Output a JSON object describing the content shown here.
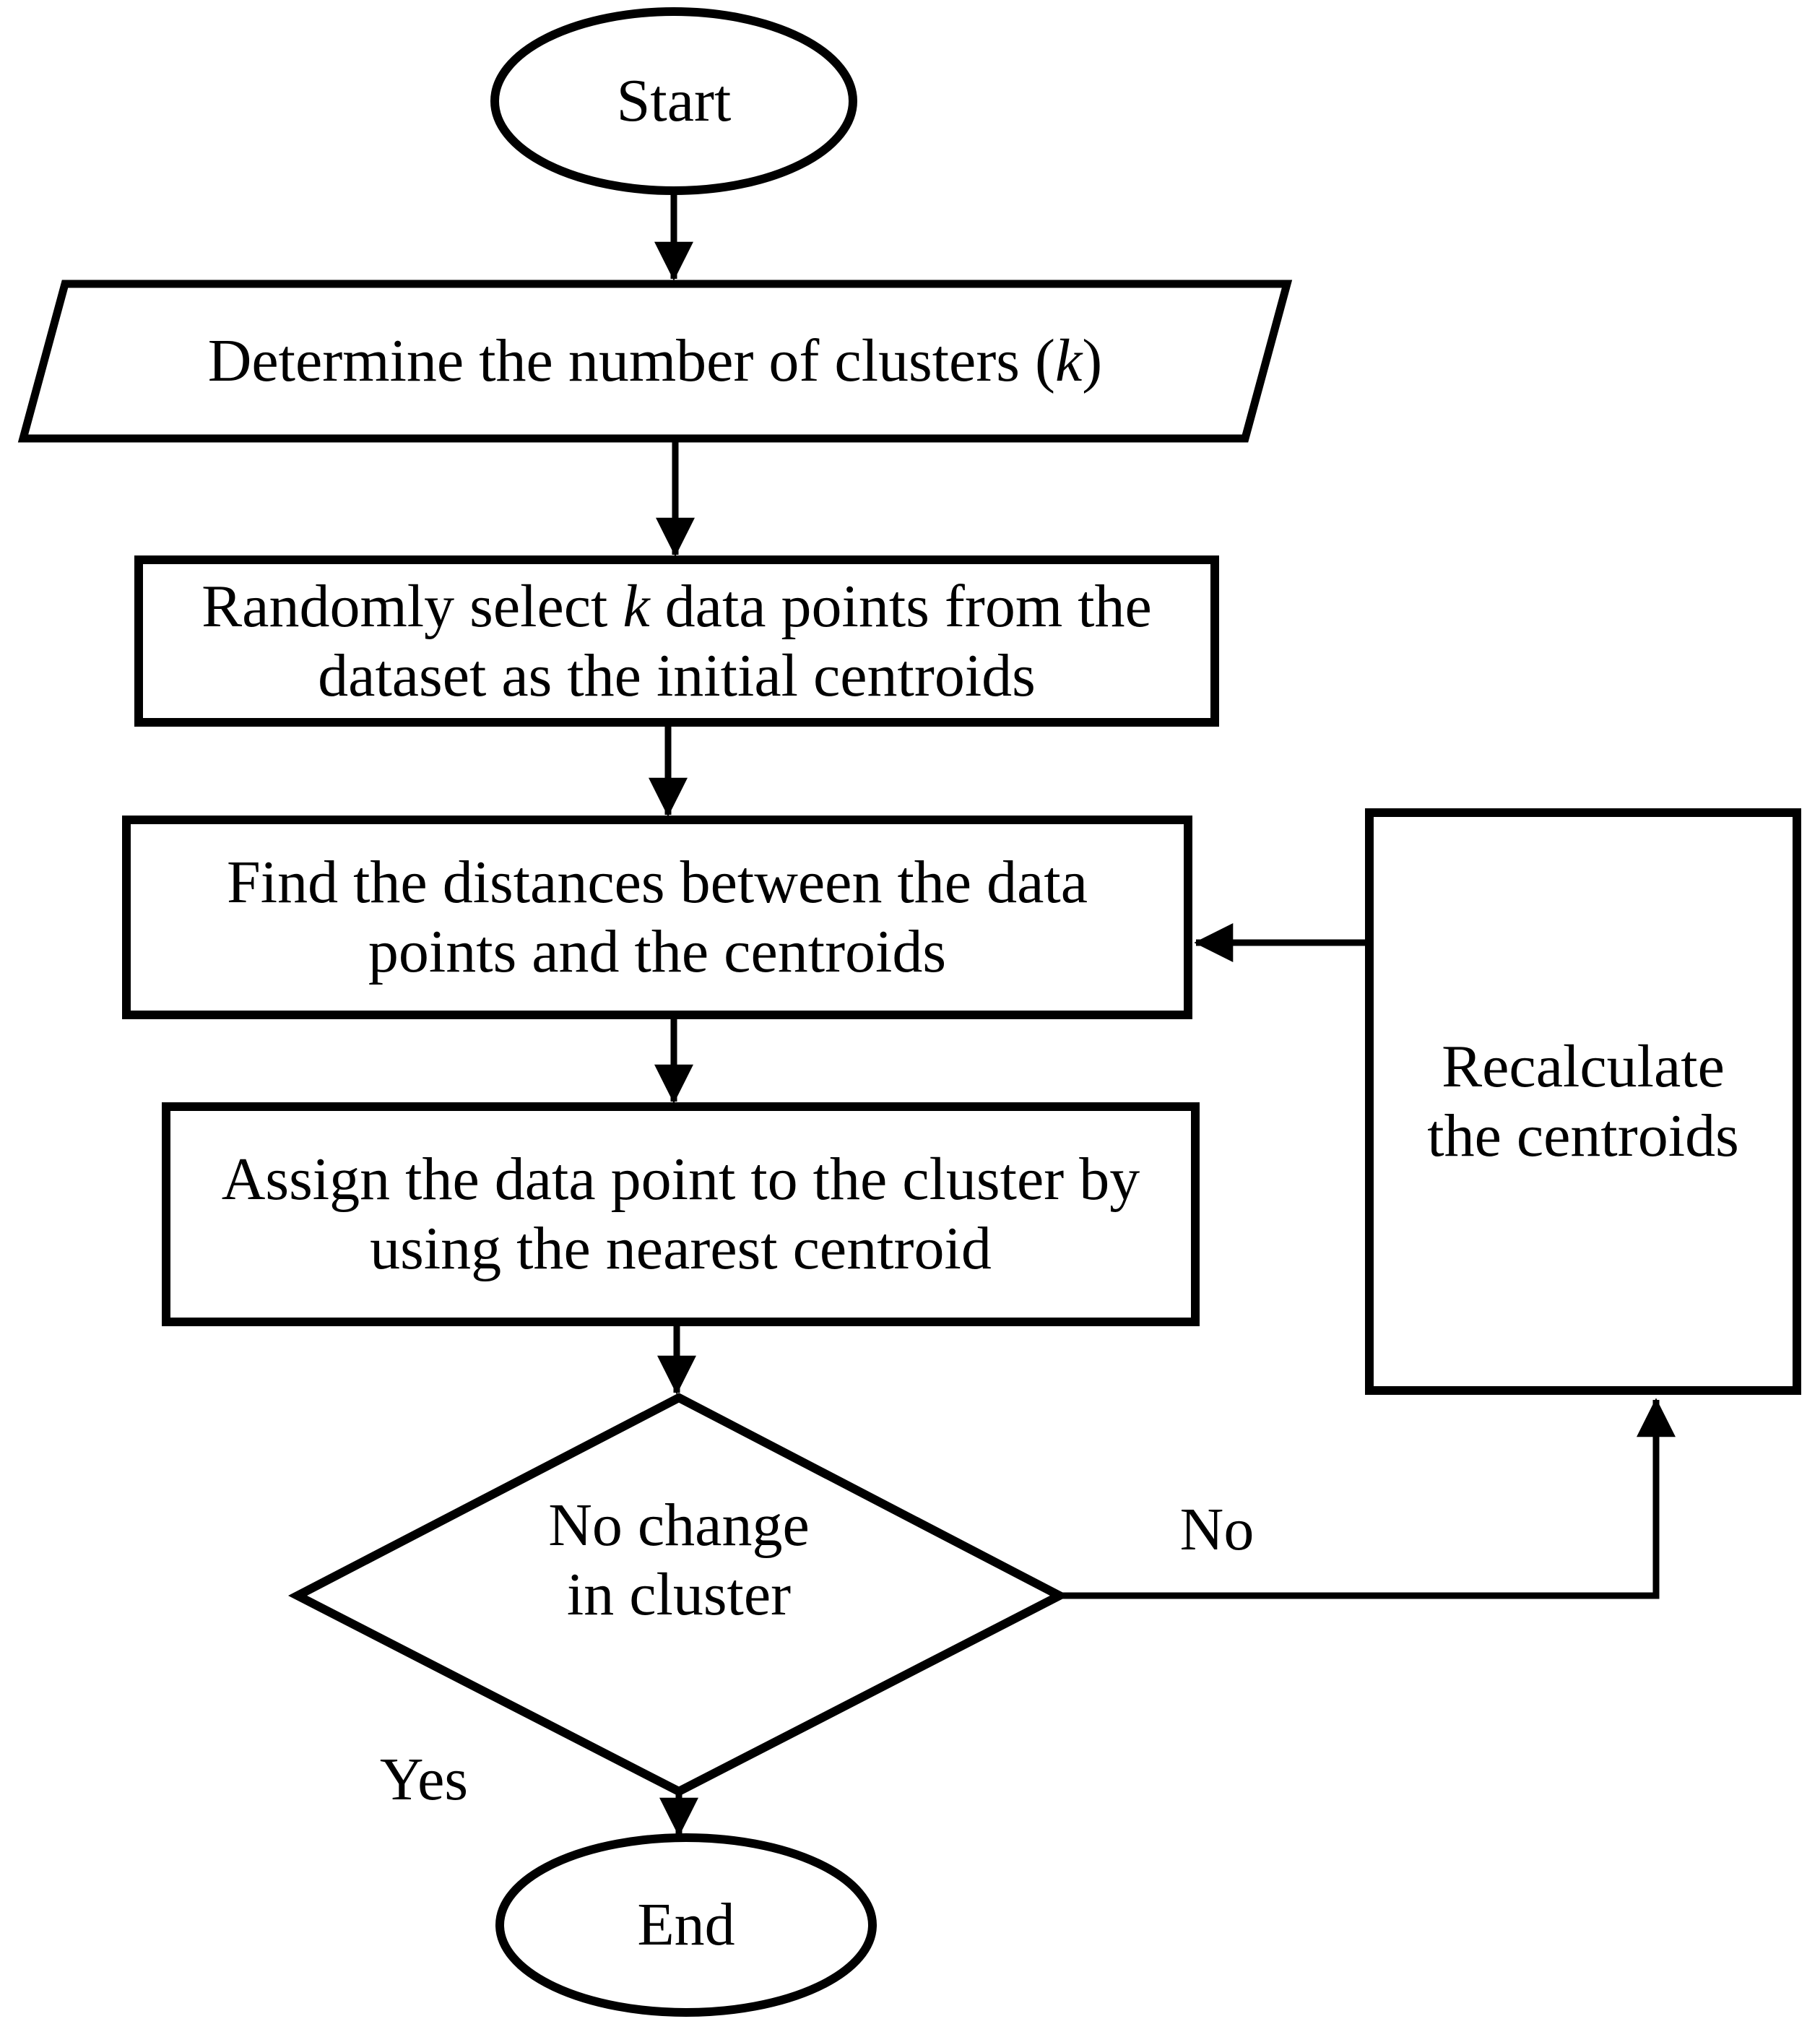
{
  "diagram": {
    "type": "flowchart",
    "colors": {
      "background": "#ffffff",
      "stroke": "#000000",
      "text": "#000000"
    },
    "nodes": {
      "start": {
        "shape": "ellipse",
        "label": "Start"
      },
      "determine_clusters": {
        "shape": "parallelogram",
        "text_pre": "Determine the number of clusters (",
        "text_italic": "k",
        "text_post": ")"
      },
      "select_centroids": {
        "shape": "process",
        "line1_pre": "Randomly select ",
        "line1_italic": "k",
        "line1_post": " data points from the",
        "line2": "dataset as the initial centroids"
      },
      "find_distances": {
        "shape": "process",
        "line1": "Find the distances between the data",
        "line2": "points and the centroids"
      },
      "assign_points": {
        "shape": "process",
        "line1": "Assign the data point to the cluster by",
        "line2": "using the nearest centroid"
      },
      "recalculate_centroids": {
        "shape": "process",
        "line1": "Recalculate",
        "line2": "the centroids"
      },
      "no_change_decision": {
        "shape": "decision",
        "line1": "No change",
        "line2": "in cluster"
      },
      "end": {
        "shape": "ellipse",
        "label": "End"
      }
    },
    "edge_labels": {
      "yes": "Yes",
      "no": "No"
    }
  }
}
